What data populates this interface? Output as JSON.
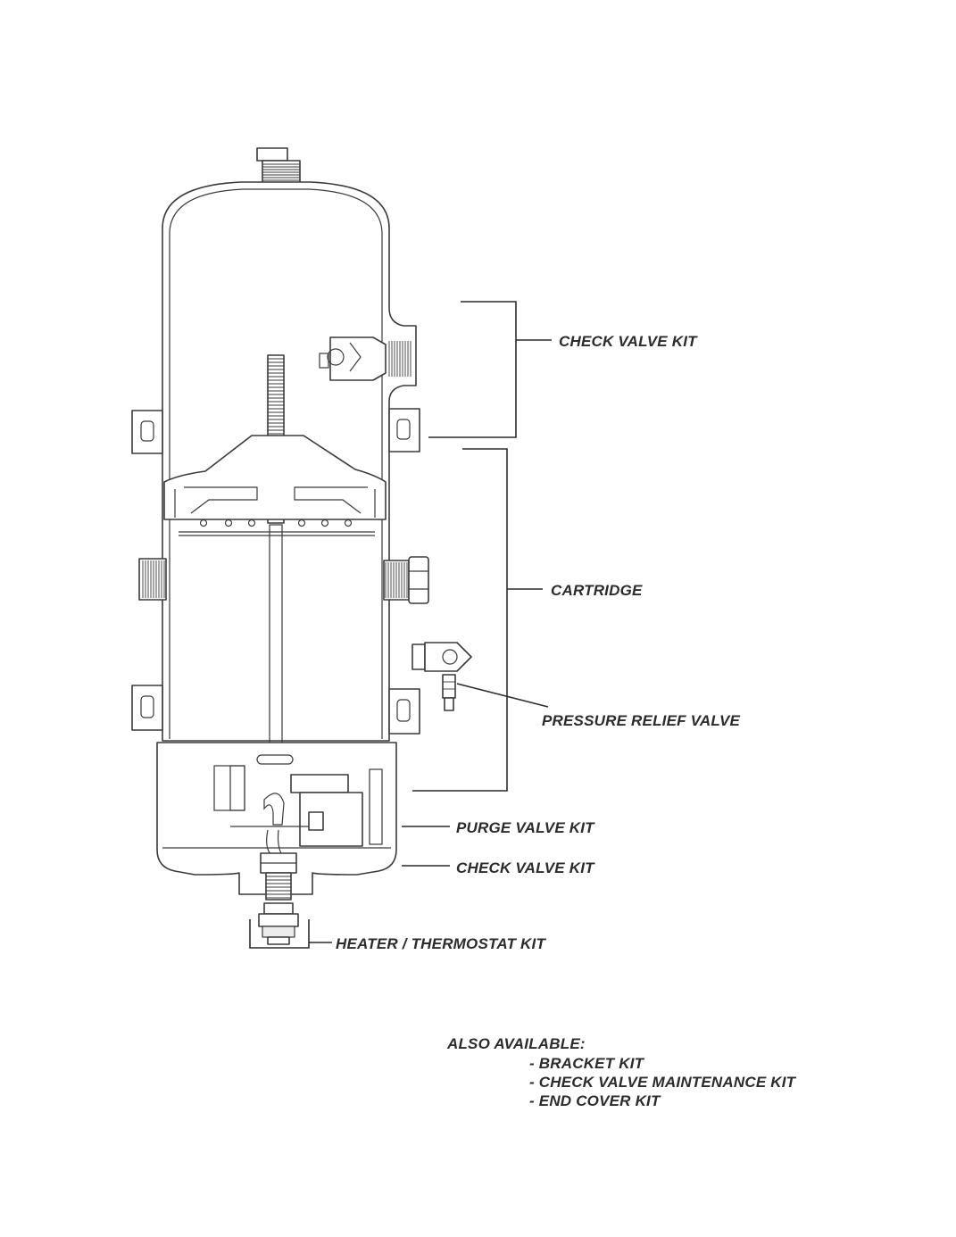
{
  "labels": {
    "check_valve_kit_top": "CHECK VALVE KIT",
    "cartridge": "CARTRIDGE",
    "pressure_relief_valve": "PRESSURE RELIEF VALVE",
    "purge_valve_kit": "PURGE VALVE KIT",
    "check_valve_kit_bottom": "CHECK VALVE KIT",
    "heater_thermostat_kit": "HEATER / THERMOSTAT KIT"
  },
  "also_available": {
    "heading": "ALSO AVAILABLE:",
    "items": [
      "- BRACKET KIT",
      "- CHECK VALVE MAINTENANCE KIT",
      "- END COVER KIT"
    ]
  },
  "colors": {
    "line": "#3a3a3a",
    "text": "#2b2b2b",
    "background": "#ffffff"
  }
}
